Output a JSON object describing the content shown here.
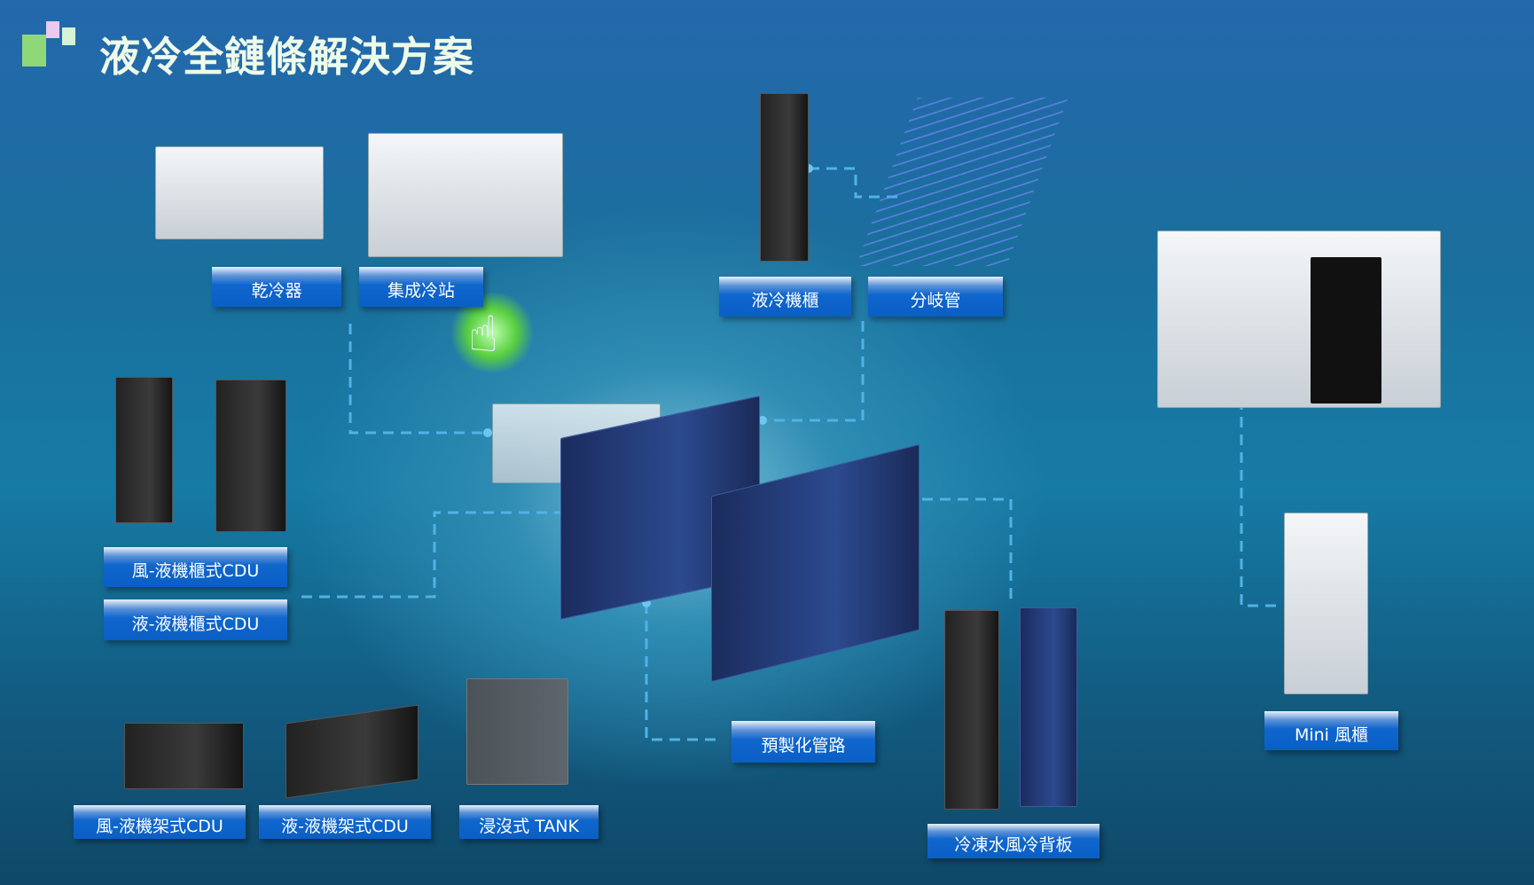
{
  "title": "液冷全鏈條解決方案",
  "labels": {
    "dry_cooler": "乾冷器",
    "integrated_station": "集成冷站",
    "liquid_cabinet": "液冷機櫃",
    "manifold": "分岐管",
    "air_liquid_cabinet_cdu": "風-液機櫃式CDU",
    "liquid_liquid_cabinet_cdu": "液-液機櫃式CDU",
    "air_liquid_rack_cdu": "風-液機架式CDU",
    "liquid_liquid_rack_cdu": "液-液機架式CDU",
    "immersion_tank": "浸沒式 TANK",
    "prefab_piping": "預製化管路",
    "rear_door": "冷凍水風冷背板",
    "mini_ahu": "Mini 風櫃"
  },
  "colors": {
    "accent": "#0a5fc6",
    "line": "#4fb3e6",
    "logo_green": "#8fd87a",
    "logo_pink": "#ecc9ef",
    "logo_mint": "#d6f3d6"
  }
}
